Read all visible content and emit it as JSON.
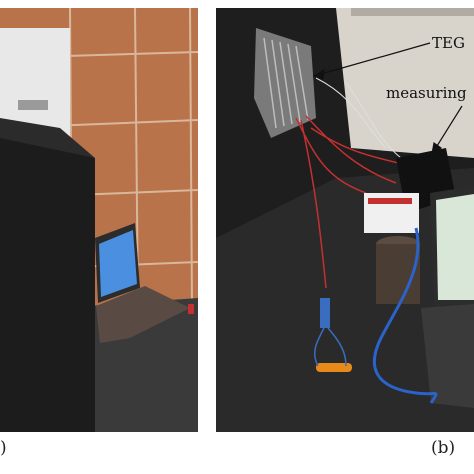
{
  "figure": {
    "panel_a": {
      "label": ")"
    },
    "panel_b": {
      "label": "(b)",
      "callouts": {
        "teg": "TEG",
        "measuring": "measuring"
      }
    }
  },
  "colors": {
    "tile": "#b8734a",
    "grout": "#d9b79a",
    "cabinet": "#1c1c1c",
    "dark_bg": "#1e1e1e",
    "screen": "#4a8fe0",
    "wire_red": "#c43030",
    "cable_blue": "#2a63c9"
  },
  "icons": {
    "arrow": "callout-arrow"
  }
}
